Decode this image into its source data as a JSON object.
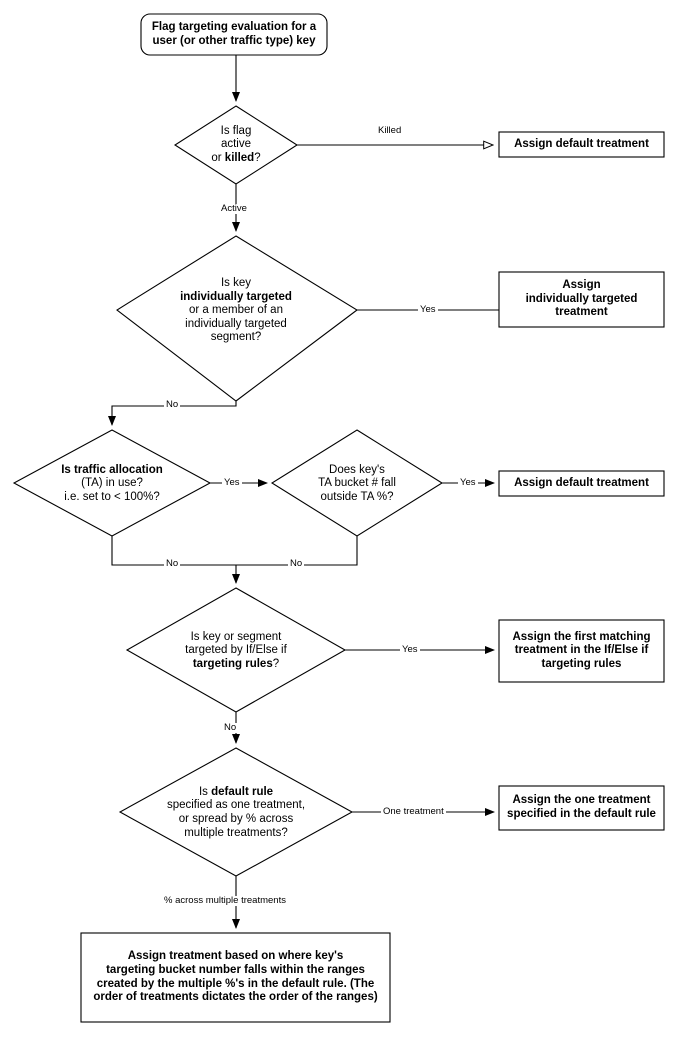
{
  "diagram": {
    "title": "Flag targeting evaluation flowchart",
    "background_color": "#ffffff",
    "stroke_color": "#000000",
    "text_color": "#000000"
  },
  "nodes": {
    "start": {
      "shape": "rounded-rectangle",
      "text": "Flag targeting evaluation for a\nuser (or other traffic type) key"
    },
    "d1": {
      "shape": "diamond",
      "line1": "Is flag",
      "line2": "active",
      "line3_prefix": "or ",
      "line3_bold": "killed",
      "line3_suffix": "?"
    },
    "r1": {
      "shape": "rectangle",
      "text": "Assign default treatment"
    },
    "d2": {
      "shape": "diamond",
      "line1": "Is key",
      "line2_bold": "individually targeted",
      "line3": "or a member of an",
      "line4": "individually targeted",
      "line5": "segment?"
    },
    "r2": {
      "shape": "rectangle",
      "line1_bold": "Assign",
      "line2": "individually targeted",
      "line3": "treatment"
    },
    "d3": {
      "shape": "diamond",
      "line1_bold": "Is traffic allocation",
      "line2": "(TA) in use?",
      "line3": "i.e. set to < 100%?"
    },
    "d4": {
      "shape": "diamond",
      "line1": "Does key's",
      "line2": "TA bucket # fall",
      "line3": "outside TA %?"
    },
    "r3": {
      "shape": "rectangle",
      "text": "Assign default treatment"
    },
    "d5": {
      "shape": "diamond",
      "line1": "Is key or segment",
      "line2": "targeted by If/Else if",
      "line3_bold": "targeting rules",
      "line3_suffix": "?"
    },
    "r4": {
      "shape": "rectangle",
      "line1": "Assign the first matching",
      "line2": "treatment in the If/Else if",
      "line3": "targeting rules"
    },
    "d6": {
      "shape": "diamond",
      "line1_prefix": "Is ",
      "line1_bold": "default rule",
      "line2": "specified as one treatment,",
      "line3": "or spread by % across",
      "line4": "multiple treatments?"
    },
    "r5": {
      "shape": "rectangle",
      "line1": "Assign the one treatment",
      "line2": "specified in the default rule"
    },
    "r6": {
      "shape": "rectangle",
      "line1": "Assign treatment based on where key's",
      "line2": "targeting bucket number falls within the ranges",
      "line3": "created by the multiple %'s in the default rule. (The",
      "line4": "order of treatments dictates the order of the ranges)"
    }
  },
  "edge_labels": {
    "killed": "Killed",
    "active": "Active",
    "yes_individual": "Yes",
    "no_individual": "No",
    "yes_ta": "Yes",
    "no_ta": "No",
    "yes_bucket": "Yes",
    "no_bucket": "No",
    "yes_rules": "Yes",
    "no_rules": "No",
    "one_treatment": "One treatment",
    "percent_multiple": "% across multiple treatments"
  }
}
